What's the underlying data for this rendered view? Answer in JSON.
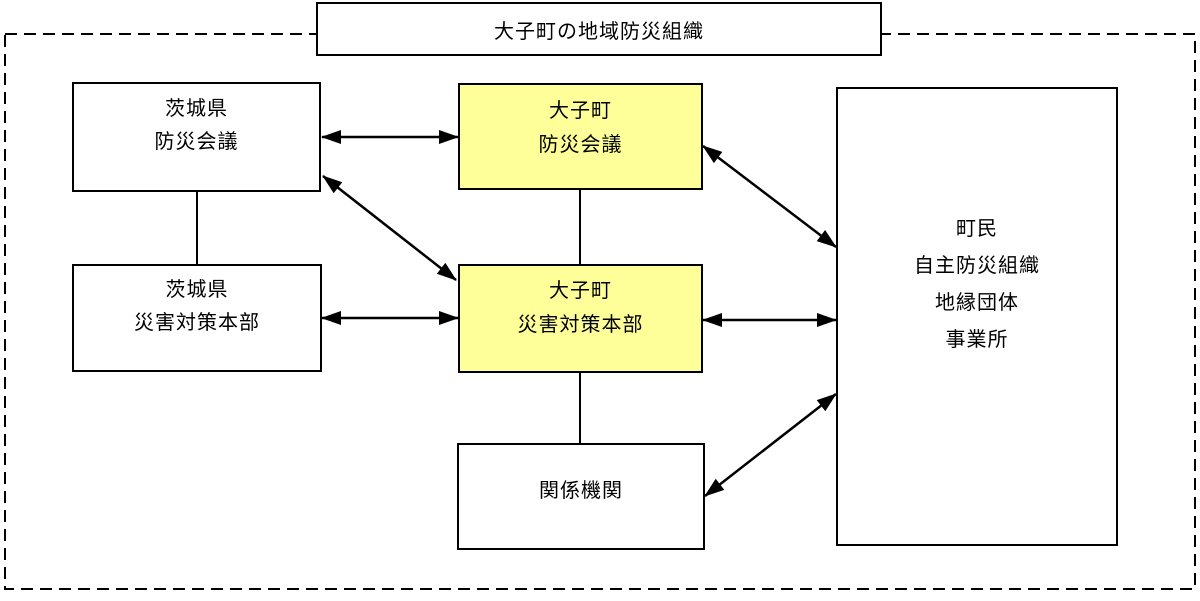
{
  "title": "大子町の地域防災組織",
  "colors": {
    "highlight": "#ffff99",
    "stroke": "#000000",
    "background": "#ffffff"
  },
  "boxes": {
    "ibaraki_council": {
      "lines": [
        "茨城県",
        "防災会議"
      ],
      "highlighted": false
    },
    "ibaraki_hq": {
      "lines": [
        "茨城県",
        "災害対策本部"
      ],
      "highlighted": false
    },
    "daigo_council": {
      "lines": [
        "大子町",
        "防災会議"
      ],
      "highlighted": true
    },
    "daigo_hq": {
      "lines": [
        "大子町",
        "災害対策本部"
      ],
      "highlighted": true
    },
    "related_organizations": {
      "lines": [
        "関係機関"
      ],
      "highlighted": false
    },
    "residents": {
      "lines": [
        "町民",
        "自主防災組織",
        "地縁団体",
        "事業所"
      ],
      "highlighted": false
    }
  },
  "connections": [
    {
      "from": "ibaraki_council",
      "to": "daigo_council",
      "type": "bidirectional-arrow"
    },
    {
      "from": "ibaraki_hq",
      "to": "daigo_hq",
      "type": "bidirectional-arrow"
    },
    {
      "from": "daigo_hq",
      "to": "residents",
      "type": "bidirectional-arrow"
    },
    {
      "from": "ibaraki_council",
      "to": "daigo_hq",
      "type": "bidirectional-arrow"
    },
    {
      "from": "daigo_council",
      "to": "residents",
      "type": "bidirectional-arrow"
    },
    {
      "from": "related_organizations",
      "to": "residents",
      "type": "bidirectional-arrow"
    },
    {
      "from": "ibaraki_council",
      "to": "ibaraki_hq",
      "type": "plain-line"
    },
    {
      "from": "daigo_council",
      "to": "daigo_hq",
      "type": "plain-line"
    },
    {
      "from": "daigo_hq",
      "to": "related_organizations",
      "type": "plain-line"
    }
  ]
}
